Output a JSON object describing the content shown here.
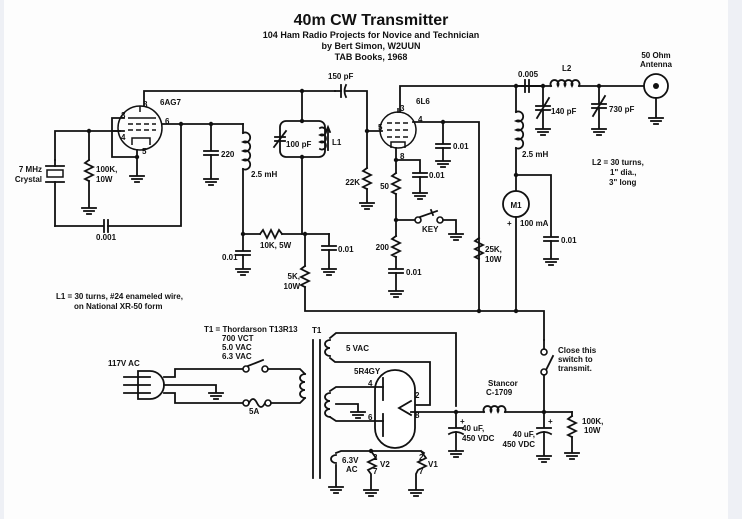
{
  "header": {
    "title": "40m CW Transmitter",
    "subtitle_lines": [
      "104 Ham Radio Projects for Novice and Technician",
      "by Bert Simon, W2UUN",
      "TAB Books, 1968"
    ]
  },
  "tubes": {
    "v1": {
      "type": "6AG7",
      "pins": {
        "plate": "8",
        "g1": "3",
        "g2": "6",
        "cathode": "4",
        "k2": "5"
      }
    },
    "v2": {
      "type": "6L6",
      "pins": {
        "plate": "3",
        "screen": "4",
        "grid": "5",
        "cathode": "8"
      }
    },
    "rect": {
      "type": "5R4GY",
      "pins": {
        "p1": "4",
        "p2": "6",
        "f1": "2",
        "f2": "8"
      }
    }
  },
  "components": {
    "crystal": "7 MHz\nCrystal",
    "crystal_l1": "7 MHz",
    "crystal_l2": "Crystal",
    "r_grid": [
      "100K,",
      "10W"
    ],
    "c_fb": "0.001",
    "c_220": "220",
    "rfc1": "2.5 mH",
    "c_coupling": "150 pF",
    "c_tank": "100 pF",
    "l1": "L1",
    "r_22k": "22K",
    "r_10k": "10K, 5W",
    "c_dec1": "0.01",
    "c_dec2": "0.01",
    "r_5k": [
      "5K,",
      "10W"
    ],
    "c_screen": "0.01",
    "c_cath": "0.01",
    "r_50": "50",
    "r_200": "200",
    "c_200": "0.01",
    "key": "KEY",
    "r_25k": [
      "25K,",
      "10W"
    ],
    "c_out": "0.005",
    "l2": "L2",
    "c_140": "140 pF",
    "c_730": "730 pF",
    "antenna": [
      "50 Ohm",
      "Antenna"
    ],
    "rfc2": "2.5 mH",
    "meter": "M1",
    "meter_range": "100 mA",
    "meter_plus": "+",
    "c_meter": "0.01",
    "ac_in": "117V AC",
    "fuse": "5A",
    "t1": "T1",
    "t1_5v": "5 VAC",
    "t1_63": [
      "6.3V",
      "AC"
    ],
    "heaters": [
      "V2",
      "V1"
    ],
    "heater_pins": [
      "2",
      "7"
    ],
    "choke": [
      "Stancor",
      "C-1709"
    ],
    "c_filt1": [
      "40 uF,",
      "450 VDC"
    ],
    "c_filt2": [
      "40 uF,",
      "450 VDC"
    ],
    "r_bleed": [
      "100K,",
      "10W"
    ],
    "xmit_note": [
      "Close this",
      "switch to",
      "transmit."
    ]
  },
  "notes": {
    "l2": [
      "L2 = 30 turns,",
      "1\" dia.,",
      "3\" long"
    ],
    "l1": [
      "L1 = 30 turns, #24 enameled wire,",
      "on National XR-50 form"
    ],
    "t1": [
      "T1 = Thordarson T13R13",
      "700 VCT",
      "5.0 VAC",
      "6.3 VAC"
    ]
  }
}
